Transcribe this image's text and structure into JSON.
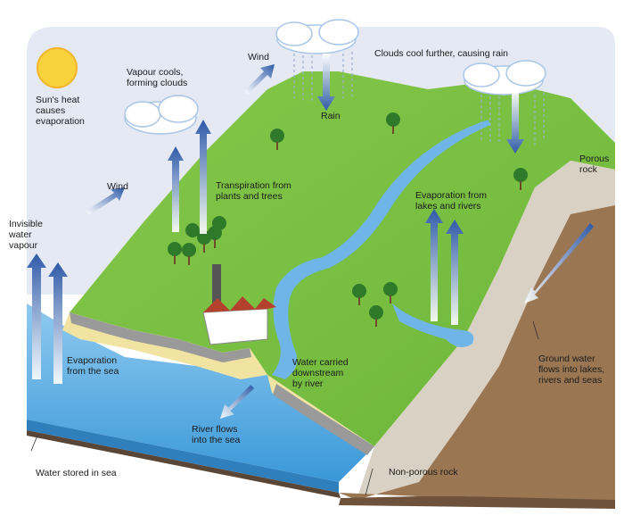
{
  "labels": {
    "sun_heat": "Sun's heat\ncauses\nevaporation",
    "vapour_cools": "Vapour cools,\nforming clouds",
    "wind_top": "Wind",
    "clouds_cool": "Clouds cool further, causing rain",
    "rain": "Rain",
    "porous_rock": "Porous\nrock",
    "wind_left": "Wind",
    "transpiration": "Transpiration from\nplants and trees",
    "evap_lakes": "Evaporation from\nlakes and rivers",
    "invisible_vapour": "Invisible\nwater\nvapour",
    "evap_sea": "Evaporation\nfrom the sea",
    "water_carried": "Water carried\ndownstream\nby river",
    "ground_water": "Ground water\nflows into lakes,\nrivers and seas",
    "river_flows": "River flows\ninto the sea",
    "water_stored": "Water stored in sea",
    "non_porous": "Non-porous rock"
  },
  "colors": {
    "grass": "#7cc242",
    "grass_dark": "#5aa332",
    "sea": "#4aa6e0",
    "sea_light": "#bfe2f6",
    "rock": "#d8d2c8",
    "soil": "#9b7653",
    "sand": "#f3e3a0",
    "arrow": "#2e5aa8",
    "sun": "#f7d23a",
    "background_panel": "#e3e8f3"
  }
}
